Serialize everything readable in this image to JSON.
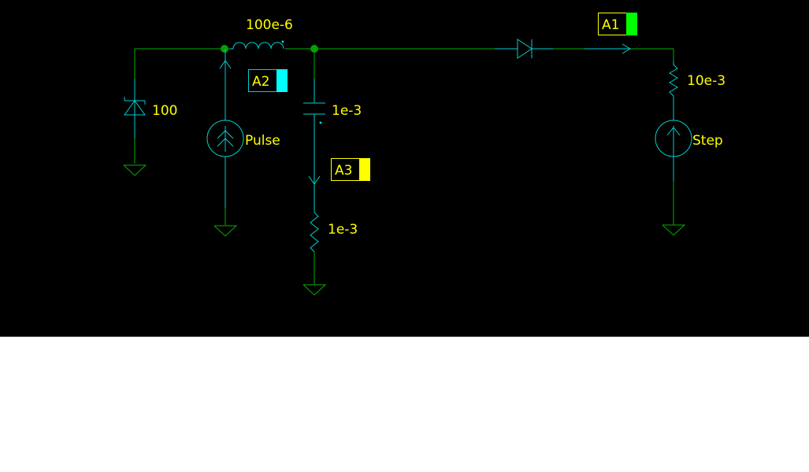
{
  "schematic": {
    "background": "#000000",
    "wire_color": "#00b000",
    "component_color": "#00d0d0",
    "label_color": "#ffff00",
    "components": {
      "inductor": {
        "value": "100e-6"
      },
      "zener": {
        "value": "100"
      },
      "pulse_source": {
        "label": "Pulse"
      },
      "capacitor": {
        "value": "1e-3"
      },
      "resistor_bottom": {
        "value": "1e-3"
      },
      "resistor_right": {
        "value": "10e-3"
      },
      "step_source": {
        "label": "Step"
      }
    },
    "ammeters": [
      {
        "name": "A1",
        "color": "#00ff00"
      },
      {
        "name": "A2",
        "color": "#00ffff"
      },
      {
        "name": "A3",
        "color": "#ffff00"
      }
    ]
  }
}
